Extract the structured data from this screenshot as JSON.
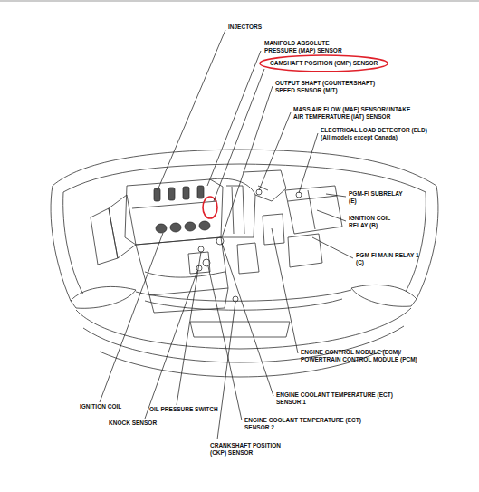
{
  "diagram": {
    "nodes": [
      {
        "text": [
          "CAMSHAFT POSITION (CMP) SENSOR"
        ]
      }
    ],
    "labels": [
      "INJECTORS",
      "MANIFOLD ABSOLUTE PRESSURE (MAP) SENSOR",
      "OUTPUT SHAFT (COUNTERSHAFT) SPEED SENSOR (M/T)",
      "MASS AIR FLOW (MAF) SENSOR/ INTAKE AIR TEMPERATURE (IAT) SENSOR",
      "ELECTRICAL LOAD DETECTOR (ELD) (All models except Canada)",
      "PGM-FI SUBRELAY (E)",
      "IGNITION COIL RELAY (B)",
      "PGM-FI MAIN RELAY 1 (C)",
      "ENGINE CONTROL MODULE (ECM)/ POWERTRAIN CONTROL MODULE (PCM)",
      "ENGINE COOLANT TEMPERATURE (ECT) SENSOR 1",
      "ENGINE COOLANT TEMPERATURE (ECT) SENSOR 2",
      "CRANKSHAFT POSITION (CKP) SENSOR",
      "KNOCK SENSOR",
      "OIL PRESSURE SWITCH",
      "IGNITION COIL"
    ]
  }
}
